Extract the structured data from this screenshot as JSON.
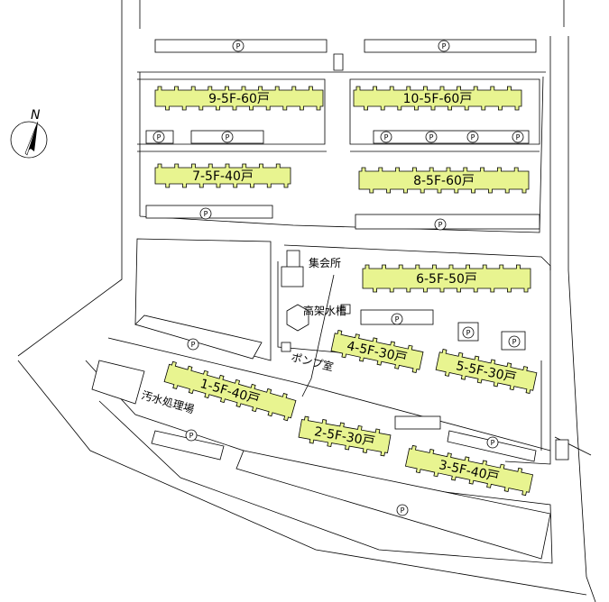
{
  "colors": {
    "building_fill": "#e8f490",
    "line": "#000000",
    "background": "#ffffff"
  },
  "compass": {
    "label": "N",
    "icon": "north-arrow-icon"
  },
  "parking_symbol": "P",
  "buildings": [
    {
      "id": "b9",
      "label": "9-5F-60戸"
    },
    {
      "id": "b10",
      "label": "10-5F-60戸"
    },
    {
      "id": "b7",
      "label": "7-5F-40戸"
    },
    {
      "id": "b8",
      "label": "8-5F-60戸"
    },
    {
      "id": "b6",
      "label": "6-5F-50戸"
    },
    {
      "id": "b4",
      "label": "4-5F-30戸"
    },
    {
      "id": "b5",
      "label": "5-5F-30戸"
    },
    {
      "id": "b1",
      "label": "1-5F-40戸"
    },
    {
      "id": "b2",
      "label": "2-5F-30戸"
    },
    {
      "id": "b3",
      "label": "3-5F-40戸"
    }
  ],
  "facilities": {
    "meeting_hall": "集会所",
    "water_tower": "高架水槽",
    "pump_room": "ポンプ室",
    "sewage_plant": "汚水処理場"
  }
}
